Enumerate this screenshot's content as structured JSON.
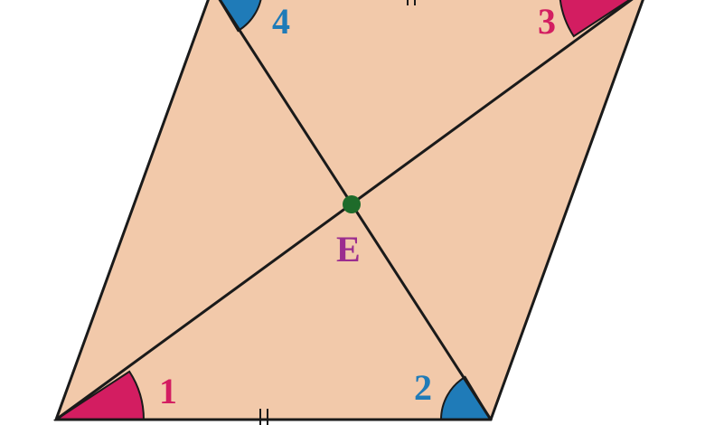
{
  "colors": {
    "fill": "#f2c9aa",
    "stroke": "#1a1a1a",
    "angle_pink": "#d31d61",
    "angle_blue": "#1f7bb8",
    "center_dot": "#1e6b2a",
    "center_label": "#9b2d8f"
  },
  "labels": {
    "angle_1": "1",
    "angle_2": "2",
    "angle_3": "3",
    "angle_4": "4",
    "center": "E"
  }
}
